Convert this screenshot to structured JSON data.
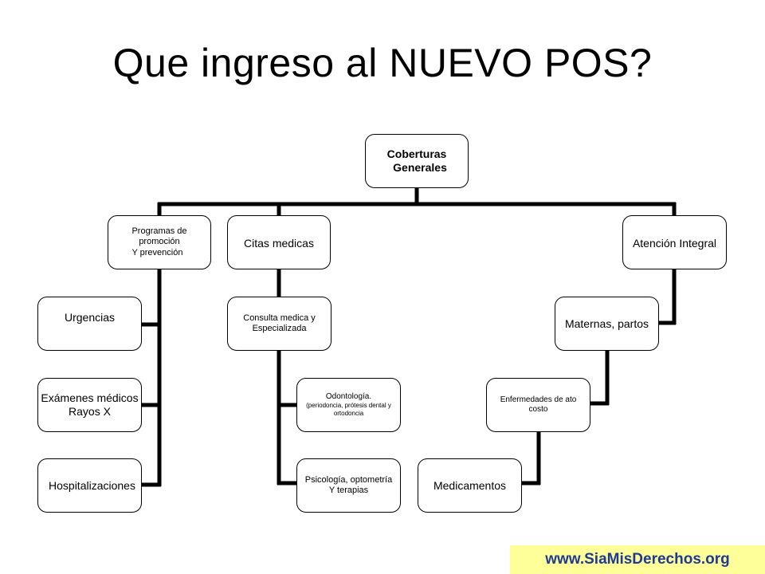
{
  "title": "Que ingreso al NUEVO POS?",
  "root": {
    "line1": "Coberturas",
    "line2": "Generales"
  },
  "level1": {
    "prevencion": {
      "line1": "Programas de",
      "line2": "promoción",
      "line3": "Y prevención"
    },
    "citas": "Citas medicas",
    "atencion": "Atención Integral"
  },
  "prevencion_children": {
    "urgencias": "Urgencias",
    "examenes": {
      "line1": "Exámenes médicos",
      "line2": "Rayos X"
    },
    "hospitalizaciones": "Hospitalizaciones"
  },
  "citas_children": {
    "consulta": {
      "line1": "Consulta medica y",
      "line2": "Especializada"
    },
    "odontologia": {
      "line1": "Odontología.",
      "line2": "(periodoncia, prótesis dental y",
      "line3": "ortodoncia"
    },
    "psicologia": {
      "line1": "Psicología, optometría",
      "line2": "Y terapias"
    }
  },
  "atencion_children": {
    "maternas": "Maternas, partos",
    "enfermedades": {
      "line1": "Enfermedades de ato",
      "line2": "costo"
    },
    "medicamentos": "Medicamentos"
  },
  "footer": {
    "website": "www.SiaMisDerechos.org"
  }
}
